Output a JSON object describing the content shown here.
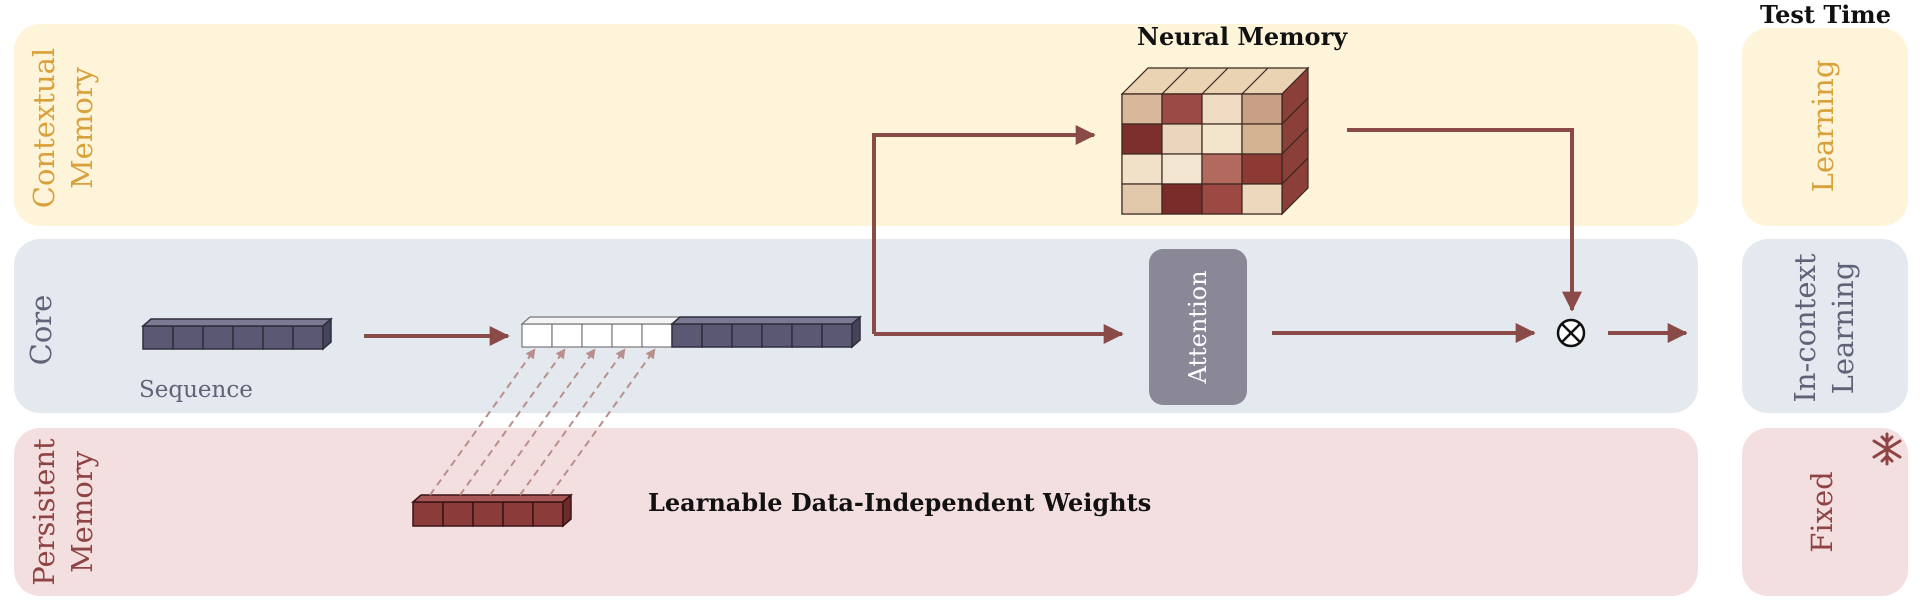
{
  "header": {
    "test_time": "Test Time"
  },
  "rows": {
    "contextual": {
      "label_line1": "Contextual",
      "label_line2": "Memory",
      "side_label": "Learning"
    },
    "core": {
      "label": "Core",
      "side_label_line1": "In-context",
      "side_label_line2": "Learning"
    },
    "persistent": {
      "label_line1": "Persistent",
      "label_line2": "Memory",
      "side_label": "Fixed"
    }
  },
  "labels": {
    "neural_memory": "Neural Memory",
    "sequence": "Sequence",
    "attention": "Attention",
    "weights": "Learnable Data-Independent Weights"
  },
  "icons": {
    "multiply": "circled-times-icon",
    "frozen": "snowflake-icon"
  },
  "colors": {
    "contextual_bg": "#fdf4da",
    "core_bg": "#e3e9ef",
    "persistent_bg": "#f4dfe0",
    "contextual_text": "#d9a13a",
    "core_text": "#606378",
    "persistent_text": "#8f4444",
    "arrow": "#8a4a47",
    "sequence_block": "#5a5872",
    "weight_block": "#8c3b3b",
    "attention_box": "#8a8797"
  }
}
